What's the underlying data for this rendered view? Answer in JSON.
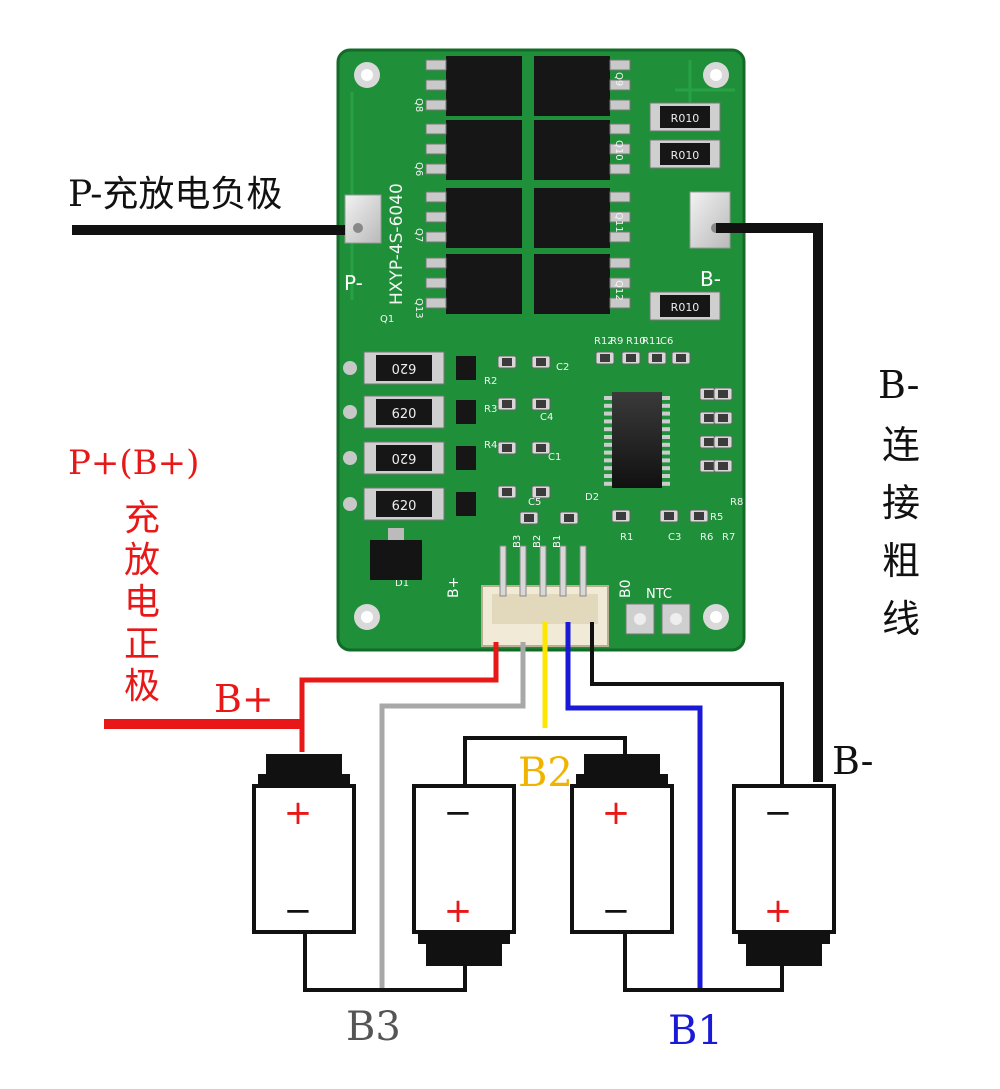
{
  "labels": {
    "p_minus": "P-充放电负极",
    "p_plus_b_plus": "P+(B+)",
    "p_plus_desc": [
      "充",
      "放",
      "电",
      "正",
      "极"
    ],
    "b_minus_right": "B-",
    "b_minus_desc": [
      "连",
      "接",
      "粗",
      "线"
    ],
    "b_plus": "B+",
    "b_minus_cell": "B-",
    "b1": "B1",
    "b2": "B2",
    "b3": "B3"
  },
  "pcb": {
    "model": "HXYP-4S-6040",
    "pad_p_minus": "P-",
    "pad_b_minus": "B-",
    "pad_b_plus": "B+",
    "pad_b0": "B0",
    "ntc": "NTC",
    "shunt_resistors": [
      "R010",
      "R010",
      "R010"
    ],
    "balance_resistors": [
      "620",
      "620",
      "620",
      "620"
    ],
    "mosfet_labels": [
      "Q8",
      "Q6",
      "Q7",
      "Q13",
      "Q9",
      "Q10",
      "Q11",
      "Q12"
    ],
    "small_labels": [
      "R12",
      "R9",
      "R10",
      "R11",
      "C6",
      "D2",
      "R1",
      "C3",
      "R5",
      "R6",
      "R7",
      "R8",
      "R4",
      "R3",
      "R2",
      "Q1",
      "D1",
      "C1",
      "C2",
      "C4",
      "C5"
    ],
    "connector_pins": [
      "B3",
      "B2",
      "B1"
    ]
  },
  "cells": [
    {
      "top": "+",
      "bottom": "−"
    },
    {
      "top": "−",
      "bottom": "+"
    },
    {
      "top": "+",
      "bottom": "−"
    },
    {
      "top": "−",
      "bottom": "+"
    }
  ],
  "colors": {
    "pcb_green": "#1f8f3a",
    "red_wire": "#e81818",
    "gray_wire": "#a8a8a8",
    "yellow_wire": "#ffe600",
    "blue_wire": "#1a1ad6",
    "black_wire": "#111111",
    "b2_text": "#f0b400",
    "b1_text": "#1a1ad6",
    "b3_text": "#555555"
  }
}
